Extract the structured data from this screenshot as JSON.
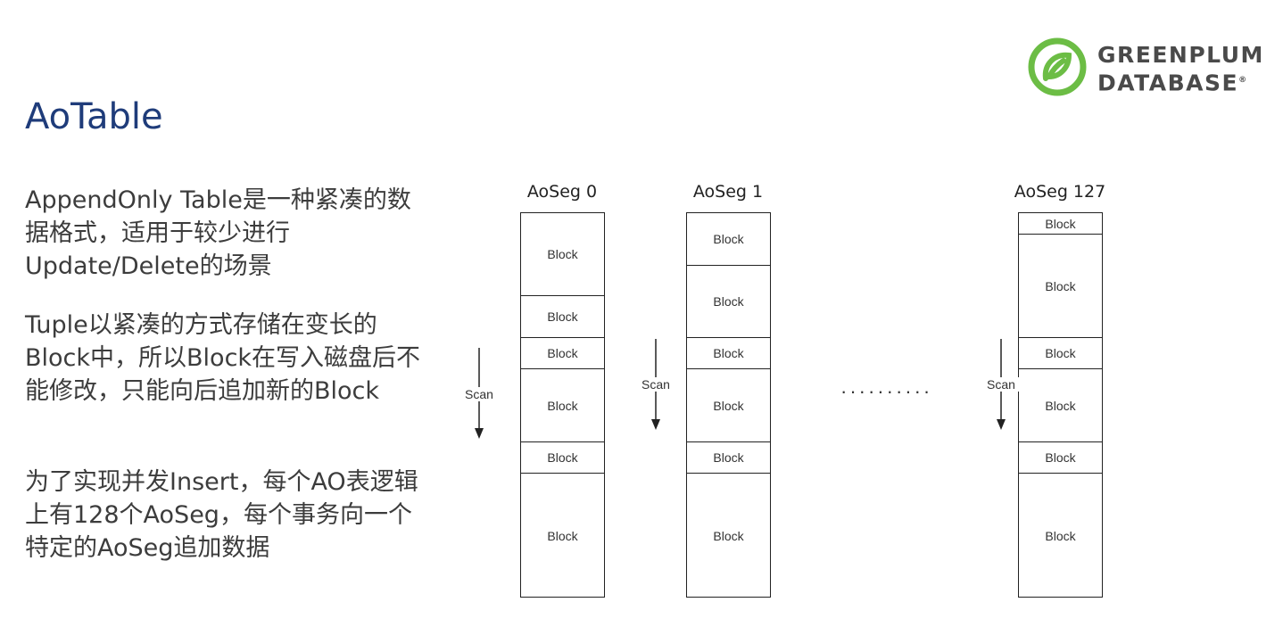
{
  "header": {
    "title": "AoTable",
    "logo": {
      "line1": "GREENPLUM",
      "line2": "DATABASE",
      "registered": "®",
      "color": "#6cbd45"
    }
  },
  "paragraphs": [
    "AppendOnly Table是一种紧凑的数据格式，适用于较少进行Update/Delete的场景",
    "Tuple以紧凑的方式存储在变长的Block中，所以Block在写入磁盘后不能修改，只能向后追加新的Block",
    "为了实现并发Insert，每个AO表逻辑上有128个AoSeg，每个事务向一个特定的AoSeg追加数据"
  ],
  "diagram": {
    "segments": [
      {
        "label": "AoSeg 0",
        "blocks": [
          "Block",
          "Block",
          "Block",
          "Block",
          "Block",
          "Block"
        ]
      },
      {
        "label": "AoSeg 1",
        "blocks": [
          "Block",
          "Block",
          "Block",
          "Block",
          "Block",
          "Block"
        ]
      },
      {
        "label": "AoSeg 127",
        "blocks": [
          "Block",
          "Block",
          "Block",
          "Block",
          "Block",
          "Block"
        ]
      }
    ],
    "scan_label": "Scan",
    "ellipsis": "··········"
  }
}
